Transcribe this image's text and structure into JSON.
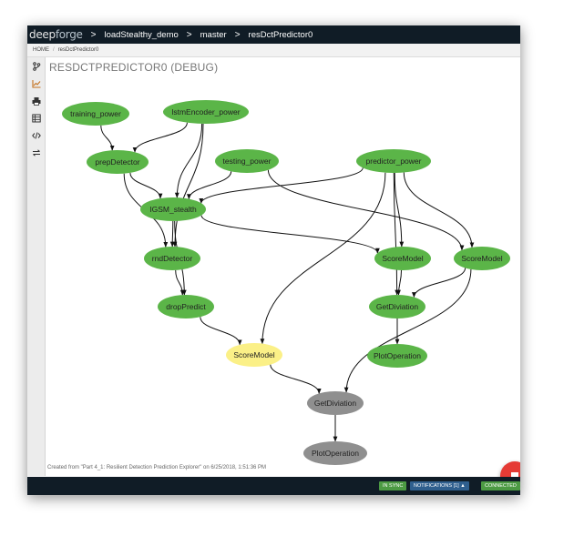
{
  "topbar": {
    "logo_deep": "deep",
    "logo_forge": "forge",
    "crumbs": [
      "loadStealthy_demo",
      "master",
      "resDctPredictor0"
    ],
    "separator": ">"
  },
  "breadcrumb": {
    "home": "HOME",
    "separator": "/",
    "current": "resDctPredictor0"
  },
  "page": {
    "title": "RESDCTPREDICTOR0 (DEBUG)",
    "footer_note": "Created from \"Part 4_1: Resilient Detection Prediction Explorer\" on 6/25/2018, 1:51:36 PM"
  },
  "sidebar": {
    "icons": [
      "branch-icon",
      "chart-line-icon",
      "printer-icon",
      "table-icon",
      "code-icon",
      "transfer-icon"
    ],
    "active": "chart-line-icon"
  },
  "graph": {
    "colors": {
      "complete": "#5bb548",
      "running": "#fbf087",
      "pending": "#8f8f8f",
      "edge": "#111111"
    },
    "nodes": [
      {
        "id": "training_power",
        "label": "training_power",
        "state": "complete"
      },
      {
        "id": "lstmEncoder_power",
        "label": "lstmEncoder_power",
        "state": "complete"
      },
      {
        "id": "prepDetector",
        "label": "prepDetector",
        "state": "complete"
      },
      {
        "id": "testing_power",
        "label": "testing_power",
        "state": "complete"
      },
      {
        "id": "predictor_power",
        "label": "predictor_power",
        "state": "complete"
      },
      {
        "id": "IGSM_stealth",
        "label": "IGSM_stealth",
        "state": "complete"
      },
      {
        "id": "rndDetector",
        "label": "rndDetector",
        "state": "complete"
      },
      {
        "id": "ScoreModel_a",
        "label": "ScoreModel",
        "state": "complete"
      },
      {
        "id": "ScoreModel_b",
        "label": "ScoreModel",
        "state": "complete"
      },
      {
        "id": "dropPredict",
        "label": "dropPredict",
        "state": "complete"
      },
      {
        "id": "GetDiviation_a",
        "label": "GetDiviation",
        "state": "complete"
      },
      {
        "id": "ScoreModel_c",
        "label": "ScoreModel",
        "state": "running"
      },
      {
        "id": "PlotOperation_a",
        "label": "PlotOperation",
        "state": "complete"
      },
      {
        "id": "GetDiviation_b",
        "label": "GetDiviation",
        "state": "pending"
      },
      {
        "id": "PlotOperation_b",
        "label": "PlotOperation",
        "state": "pending"
      }
    ],
    "edges": [
      [
        "training_power",
        "prepDetector"
      ],
      [
        "lstmEncoder_power",
        "prepDetector"
      ],
      [
        "lstmEncoder_power",
        "IGSM_stealth"
      ],
      [
        "lstmEncoder_power",
        "rndDetector"
      ],
      [
        "prepDetector",
        "IGSM_stealth"
      ],
      [
        "prepDetector",
        "rndDetector"
      ],
      [
        "testing_power",
        "IGSM_stealth"
      ],
      [
        "testing_power",
        "ScoreModel_b"
      ],
      [
        "predictor_power",
        "IGSM_stealth"
      ],
      [
        "predictor_power",
        "ScoreModel_a"
      ],
      [
        "predictor_power",
        "ScoreModel_b"
      ],
      [
        "predictor_power",
        "ScoreModel_c"
      ],
      [
        "predictor_power",
        "GetDiviation_a"
      ],
      [
        "IGSM_stealth",
        "rndDetector"
      ],
      [
        "IGSM_stealth",
        "ScoreModel_a"
      ],
      [
        "IGSM_stealth",
        "dropPredict"
      ],
      [
        "rndDetector",
        "dropPredict"
      ],
      [
        "ScoreModel_a",
        "GetDiviation_a"
      ],
      [
        "ScoreModel_b",
        "GetDiviation_a"
      ],
      [
        "ScoreModel_b",
        "GetDiviation_b"
      ],
      [
        "GetDiviation_a",
        "PlotOperation_a"
      ],
      [
        "dropPredict",
        "ScoreModel_c"
      ],
      [
        "ScoreModel_c",
        "GetDiviation_b"
      ],
      [
        "GetDiviation_b",
        "PlotOperation_b"
      ]
    ]
  },
  "statusbar": {
    "sync": "IN SYNC",
    "notifications": "NOTIFICATIONS [1]",
    "notifications_caret": "▲",
    "connected": "CONNECTED"
  }
}
